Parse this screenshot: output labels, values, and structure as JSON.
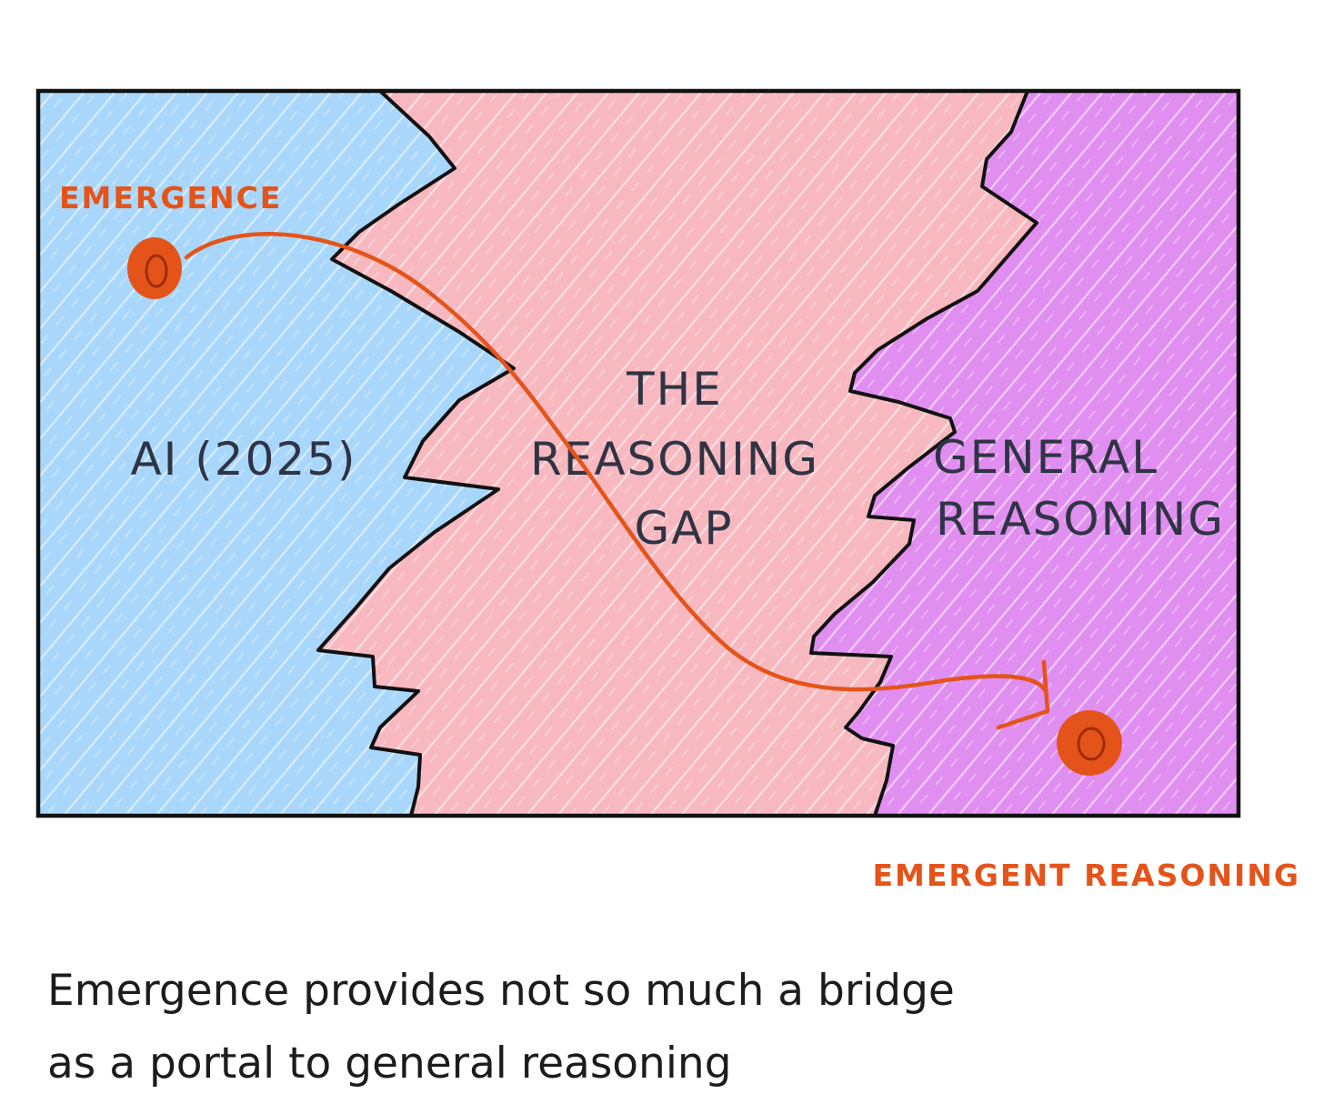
{
  "regions": {
    "left": {
      "label": "AI (2025)",
      "color": "#a9d7fb"
    },
    "middle": {
      "lines": [
        "THE",
        "REASONING",
        "GAP"
      ],
      "color": "#f7b8bf"
    },
    "right": {
      "lines": [
        "GENERAL",
        "REASONING"
      ],
      "color": "#e08ef0"
    }
  },
  "annotations": {
    "start_label": "EMERGENCE",
    "end_label": "EMERGENT REASONING",
    "accent_color": "#e4541a"
  },
  "caption": {
    "line1": "Emergence provides not so much a bridge",
    "line2": "as a portal to general reasoning"
  }
}
